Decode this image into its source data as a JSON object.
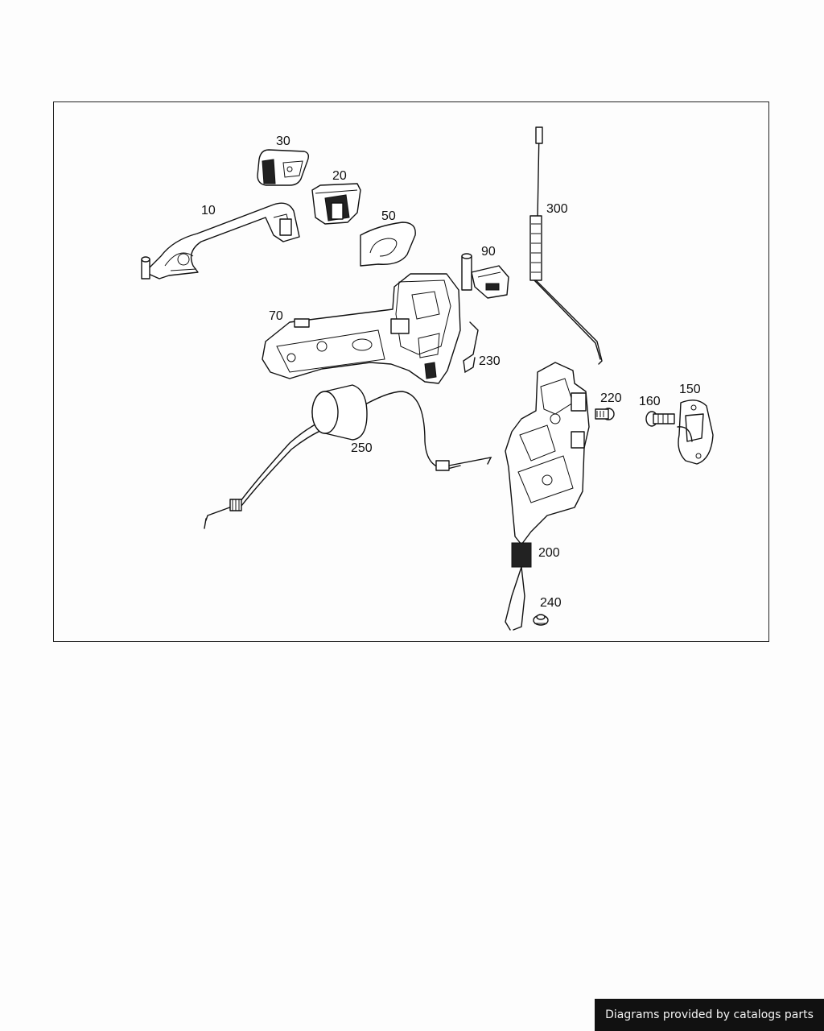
{
  "diagram": {
    "callouts": {
      "c10": "10",
      "c20": "20",
      "c30": "30",
      "c50": "50",
      "c70": "70",
      "c90": "90",
      "c150": "150",
      "c160": "160",
      "c200": "200",
      "c220": "220",
      "c230": "230",
      "c240": "240",
      "c250": "250",
      "c300": "300"
    }
  },
  "footer": {
    "credit": "Diagrams provided by catalogs parts"
  }
}
